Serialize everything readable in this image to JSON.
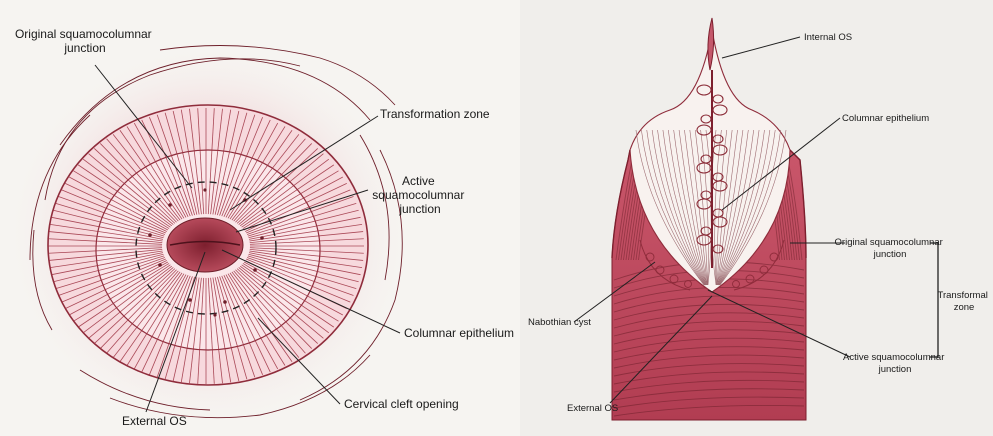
{
  "left_diagram": {
    "labels": {
      "original_scj": [
        "Original squamocolumnar",
        "junction"
      ],
      "transformation_zone": "Transformation zone",
      "active_scj": [
        "Active",
        "squamocolumnar",
        "junction"
      ],
      "columnar_epithelium": "Columnar epithelium",
      "cervical_cleft_opening": "Cervical cleft opening",
      "external_os": "External OS"
    }
  },
  "right_diagram": {
    "labels": {
      "internal_os": "Internal OS",
      "columnar_epithelium": "Columnar epithelium",
      "original_scj": [
        "Original squamocolumnar",
        "junction"
      ],
      "transformation_zone": [
        "Transformal",
        "zone"
      ],
      "nabothian_cyst": "Nabothian cyst",
      "active_scj": [
        "Active squamocolumnar",
        "junction"
      ],
      "external_os": "External OS"
    }
  },
  "colors": {
    "tissue": "#a8374a",
    "tissue_light": "#f2c9cf",
    "background": "#f3f1ee"
  }
}
